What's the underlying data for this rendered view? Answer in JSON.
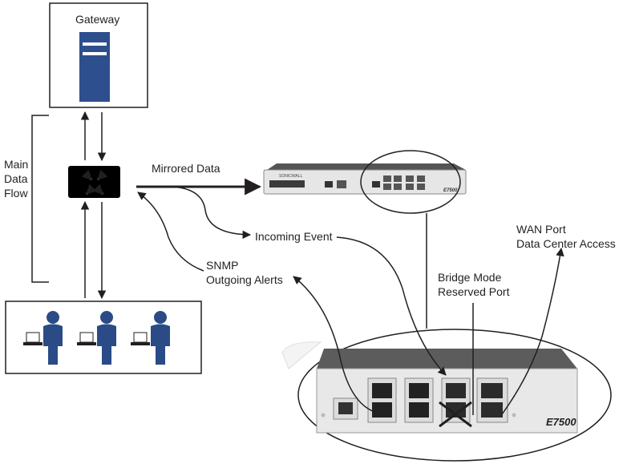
{
  "labels": {
    "gateway": "Gateway",
    "main_data_flow": [
      "Main",
      "Data",
      "Flow"
    ],
    "mirrored_data": "Mirrored Data",
    "incoming_event": "Incoming Event",
    "snmp": [
      "SNMP",
      "Outgoing Alerts"
    ],
    "bridge_mode": [
      "Bridge Mode",
      "Reserved Port"
    ],
    "wan_port": [
      "WAN Port",
      "Data Center Access"
    ],
    "model_small": "E7500",
    "model_large": "E7500",
    "vendor": "SONICWALL"
  },
  "colors": {
    "server_blue": "#2e4f8e",
    "person_blue": "#2a4b86",
    "appliance_gray": "#d9d9d9",
    "line": "#231f20"
  },
  "icons": [
    "gateway-server-icon",
    "switch-icon",
    "user-laptop-icon",
    "appliance-icon",
    "port-x-icon"
  ]
}
